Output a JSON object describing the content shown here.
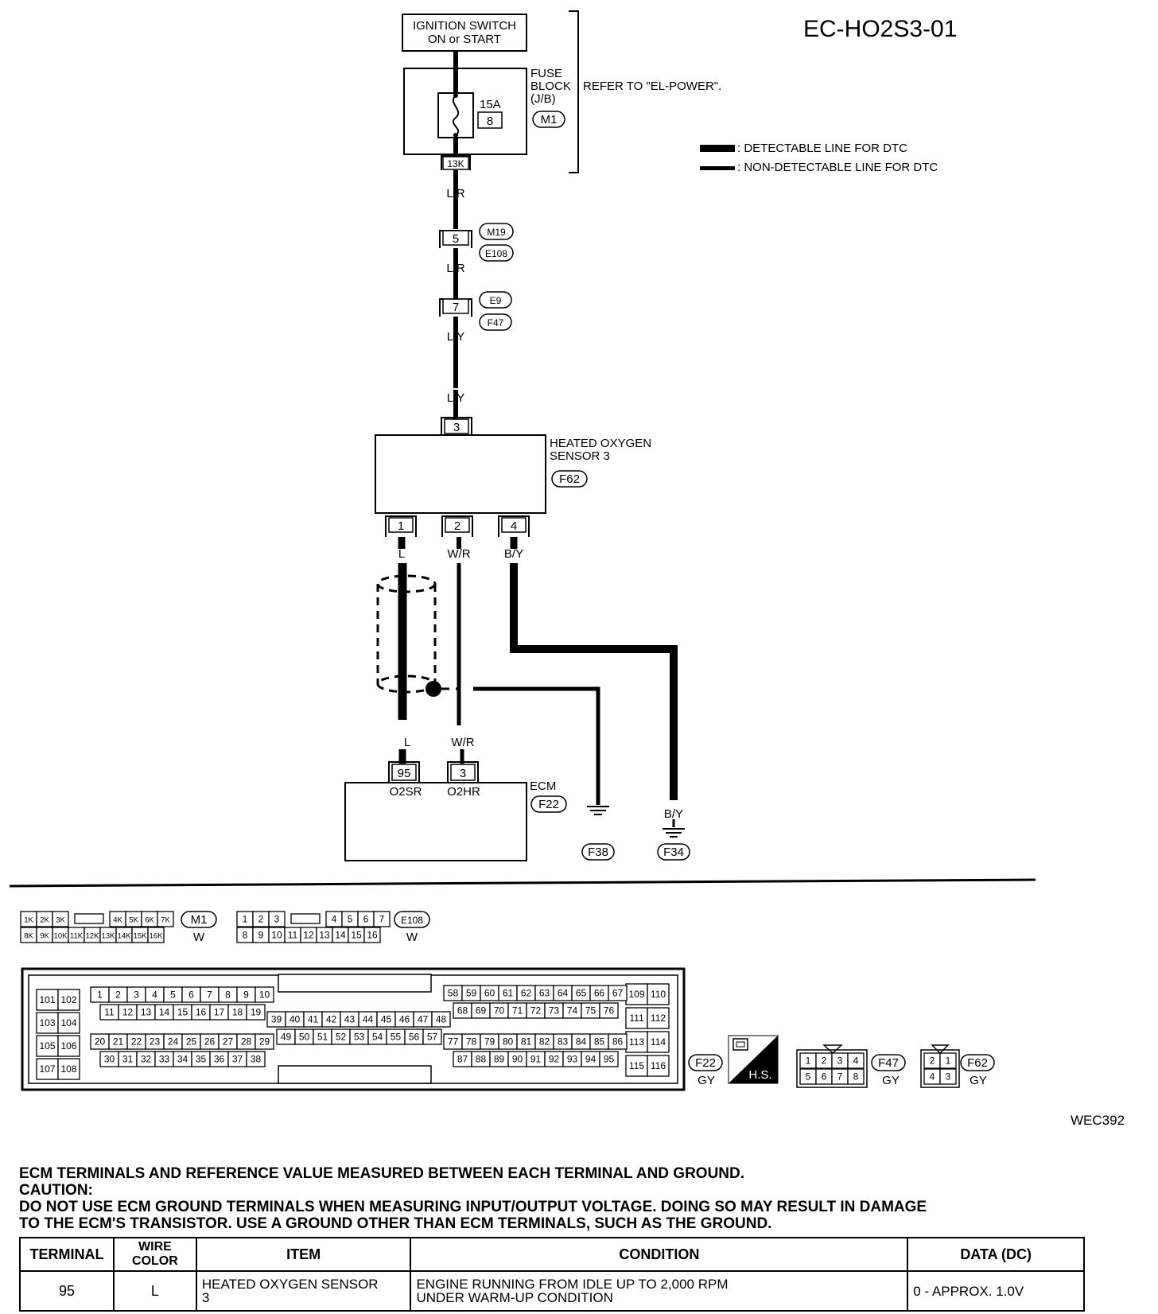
{
  "diagram_id": "EC-HO2S3-01",
  "figure_code": "WEC392",
  "ignition": {
    "line1": "IGNITION SWITCH",
    "line2": "ON or START"
  },
  "fuse_block": {
    "label1": "FUSE",
    "label2": "BLOCK",
    "label3": "(J/B)",
    "connector": "M1",
    "fuse_rating": "15A",
    "fuse_number": "8",
    "terminal": "13K"
  },
  "refer_note": "REFER TO \"EL-POWER\".",
  "legend": {
    "detectable": ": DETECTABLE LINE FOR DTC",
    "non_detectable": ": NON-DETECTABLE LINE FOR DTC"
  },
  "wires": {
    "lr_top": "L/R",
    "lr_mid": "L/R",
    "ly_top": "L/Y",
    "ly_bottom": "L/Y",
    "l_top": "L",
    "wr_top": "W/R",
    "by_top": "B/Y",
    "l_bottom": "L",
    "wr_bottom": "W/R",
    "by_bottom": "B/Y"
  },
  "joints": [
    {
      "pin": "5",
      "upper": "M19",
      "lower": "E108"
    },
    {
      "pin": "7",
      "upper": "E9",
      "lower": "F47"
    }
  ],
  "sensor": {
    "line1": "HEATED OXYGEN",
    "line2": "SENSOR 3",
    "connector": "F62",
    "pin_top": "3",
    "pins": [
      "1",
      "2",
      "4"
    ]
  },
  "ecm": {
    "label": "ECM",
    "connector": "F22",
    "pin_a": "95",
    "pin_b": "3",
    "label_a": "O2SR",
    "label_b": "O2HR"
  },
  "grounds": [
    "F38",
    "F34"
  ],
  "connectors": {
    "m1": {
      "id": "M1",
      "color": "W",
      "row1": [
        "1K",
        "2K",
        "3K",
        "4K",
        "5K",
        "6K",
        "7K"
      ],
      "row2": [
        "8K",
        "9K",
        "10K",
        "11K",
        "12K",
        "13K",
        "14K",
        "15K",
        "16K"
      ]
    },
    "e108": {
      "id": "E108",
      "color": "W",
      "row1": [
        "1",
        "2",
        "3",
        "4",
        "5",
        "6",
        "7"
      ],
      "row2": [
        "8",
        "9",
        "10",
        "11",
        "12",
        "13",
        "14",
        "15",
        "16"
      ]
    },
    "f22": {
      "id": "F22",
      "color": "GY",
      "left": [
        "101",
        "102",
        "103",
        "104",
        "105",
        "106",
        "107",
        "108"
      ],
      "g1r1": [
        "1",
        "2",
        "3",
        "4",
        "5",
        "6",
        "7",
        "8",
        "9",
        "10"
      ],
      "g1r2": [
        "11",
        "12",
        "13",
        "14",
        "15",
        "16",
        "17",
        "18",
        "19"
      ],
      "g1r3": [
        "20",
        "21",
        "22",
        "23",
        "24",
        "25",
        "26",
        "27",
        "28",
        "29"
      ],
      "g1r4": [
        "30",
        "31",
        "32",
        "33",
        "34",
        "35",
        "36",
        "37",
        "38"
      ],
      "g2r1": [
        "39",
        "40",
        "41",
        "42",
        "43",
        "44",
        "45",
        "46",
        "47",
        "48"
      ],
      "g2r2": [
        "49",
        "50",
        "51",
        "52",
        "53",
        "54",
        "55",
        "56",
        "57"
      ],
      "g3r1": [
        "58",
        "59",
        "60",
        "61",
        "62",
        "63",
        "64",
        "65",
        "66",
        "67"
      ],
      "g3r2": [
        "68",
        "69",
        "70",
        "71",
        "72",
        "73",
        "74",
        "75",
        "76"
      ],
      "g3r3": [
        "77",
        "78",
        "79",
        "80",
        "81",
        "82",
        "83",
        "84",
        "85",
        "86"
      ],
      "g3r4": [
        "87",
        "88",
        "89",
        "90",
        "91",
        "92",
        "93",
        "94",
        "95"
      ],
      "right": [
        "109",
        "110",
        "111",
        "112",
        "113",
        "114",
        "115",
        "116"
      ]
    },
    "hs_label": "H.S.",
    "f47": {
      "id": "F47",
      "color": "GY",
      "row1": [
        "1",
        "2",
        "3",
        "4"
      ],
      "row2": [
        "5",
        "6",
        "7",
        "8"
      ]
    },
    "f62": {
      "id": "F62",
      "color": "GY",
      "row1": [
        "2",
        "1"
      ],
      "row2": [
        "4",
        "3"
      ]
    }
  },
  "notes": {
    "heading": "ECM TERMINALS AND REFERENCE VALUE MEASURED BETWEEN EACH TERMINAL AND GROUND.",
    "caution": "CAUTION:",
    "line1": "DO NOT USE ECM GROUND TERMINALS WHEN MEASURING INPUT/OUTPUT VOLTAGE. DOING SO MAY RESULT IN DAMAGE",
    "line2": "TO THE ECM'S TRANSISTOR. USE A GROUND OTHER THAN ECM TERMINALS, SUCH AS THE GROUND."
  },
  "table": {
    "headers": [
      "TERMINAL",
      "WIRE COLOR",
      "ITEM",
      "CONDITION",
      "DATA (DC)"
    ],
    "row": {
      "terminal": "95",
      "wire_color": "L",
      "item_line1": "HEATED OXYGEN SENSOR",
      "item_line2": "3",
      "condition_line1": "ENGINE RUNNING FROM IDLE UP TO 2,000 RPM",
      "condition_line2": "UNDER WARM-UP CONDITION",
      "data": "0 - APPROX. 1.0V"
    }
  }
}
